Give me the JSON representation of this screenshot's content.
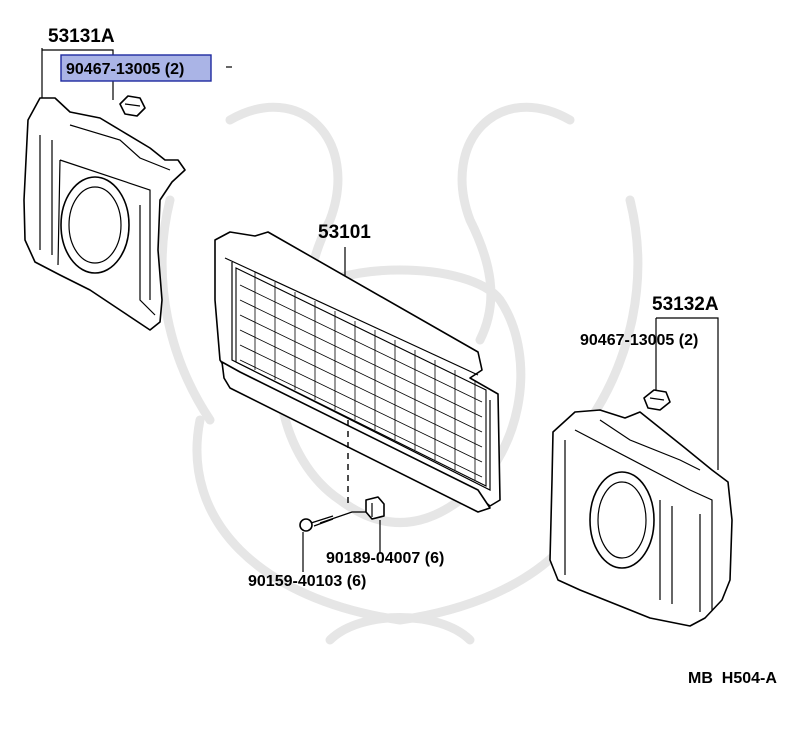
{
  "diagram_code": "MB  H504-A",
  "parts": {
    "lamp_bezel_left": {
      "number": "53131A"
    },
    "bezel_nut_left": {
      "number": "90467-13005 (2)"
    },
    "radiator_grille": {
      "number": "53101"
    },
    "lamp_bezel_right": {
      "number": "53132A"
    },
    "bezel_nut_right": {
      "number": "90467-13005 (2)"
    },
    "grille_nut": {
      "number": "90189-04007 (6)"
    },
    "grille_screw": {
      "number": "90159-40103 (6)"
    }
  },
  "colors": {
    "highlight_fill": "#aab4e6",
    "highlight_border": "#1e2aa0",
    "watermark": "#e6e6e6"
  }
}
